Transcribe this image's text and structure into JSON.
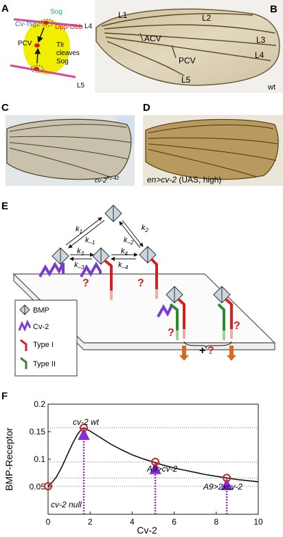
{
  "panels": {
    "A": {
      "label": "A",
      "sog": "Sog",
      "cvtsg2": "Cv-Tsg2",
      "dppgbb": "Dpp-Gbb",
      "pcv": "PCV",
      "tlr": [
        "Tlr",
        "cleaves",
        "Sog"
      ],
      "l4": "L4",
      "l5": "L5",
      "colors": {
        "sog": "#2aa37a",
        "cvtsg2": "#3b5fc8",
        "dppgbb": "#d81e1e",
        "veins": "#d8479a",
        "yellow": "#f2ee00"
      }
    },
    "B": {
      "label": "B",
      "veins": [
        "L1",
        "L2",
        "L3",
        "L4",
        "L5"
      ],
      "acv": "ACV",
      "pcv": "PCV",
      "wt": "wt"
    },
    "C": {
      "label": "C",
      "caption_main": "cv-2",
      "caption_sup": "F1-42"
    },
    "D": {
      "label": "D",
      "caption_pre": "en>cv-2 ",
      "caption_uas": "(UAS",
      "caption_post": ", high)"
    },
    "E": {
      "label": "E",
      "rates": {
        "k1": "k",
        "k1s": "1",
        "km1": "k",
        "km1s": "–1",
        "k2": "k",
        "k2s": "2",
        "km2": "k",
        "km2s": "–2",
        "k3": "k",
        "k3s": "3",
        "km3": "k",
        "km3s": "–3",
        "k4": "k",
        "k4s": "4",
        "km4": "k",
        "km4s": "–4"
      },
      "legend": [
        "BMP",
        "Cv-2",
        "Type I",
        "Type II"
      ],
      "question": "?",
      "plus": "+",
      "colors": {
        "cv2": "#7a3bd1",
        "type1": "#d81e1e",
        "type2": "#2f8a2f",
        "arrow": "#d86a1e",
        "q": "#d81e1e"
      }
    },
    "F": {
      "label": "F",
      "annotations": {
        "wt": "cv-2 wt",
        "null": "cv-2 null",
        "a9": "A9>cv-2",
        "a92x": "A9>2xcv-2"
      }
    }
  },
  "chart_data": {
    "type": "line",
    "xlabel": "Cv-2",
    "ylabel": "BMP-Receptor",
    "xlim": [
      0,
      10
    ],
    "ylim": [
      0,
      0.2
    ],
    "xticks": [
      "0",
      "2",
      "4",
      "6",
      "8",
      "10"
    ],
    "yticks": [
      "0.05",
      "0.1",
      "0.15",
      "0.2"
    ],
    "curve": {
      "x": [
        0,
        0.2,
        0.4,
        0.6,
        0.8,
        1.0,
        1.2,
        1.4,
        1.6,
        1.7,
        2.0,
        2.5,
        3.0,
        3.5,
        4.0,
        4.5,
        5.0,
        5.5,
        6.0,
        6.5,
        7.0,
        7.5,
        8.0,
        8.5,
        9.0,
        9.5,
        10.0
      ],
      "y": [
        0.051,
        0.058,
        0.068,
        0.082,
        0.098,
        0.115,
        0.131,
        0.145,
        0.155,
        0.157,
        0.151,
        0.139,
        0.127,
        0.117,
        0.108,
        0.101,
        0.095,
        0.089,
        0.084,
        0.08,
        0.076,
        0.072,
        0.069,
        0.066,
        0.063,
        0.061,
        0.059
      ]
    },
    "points": [
      {
        "x": 0,
        "y": 0.051,
        "label": "cv-2 null"
      },
      {
        "x": 1.7,
        "y": 0.157,
        "label": "cv-2 wt"
      },
      {
        "x": 5.1,
        "y": 0.095,
        "label": "A9>cv-2"
      },
      {
        "x": 8.5,
        "y": 0.066,
        "label": "A9>2xcv-2"
      }
    ],
    "grid": "dotted horizontal at marked points",
    "point_color": "#d81e1e",
    "arrow_color": "#8a2be2"
  }
}
